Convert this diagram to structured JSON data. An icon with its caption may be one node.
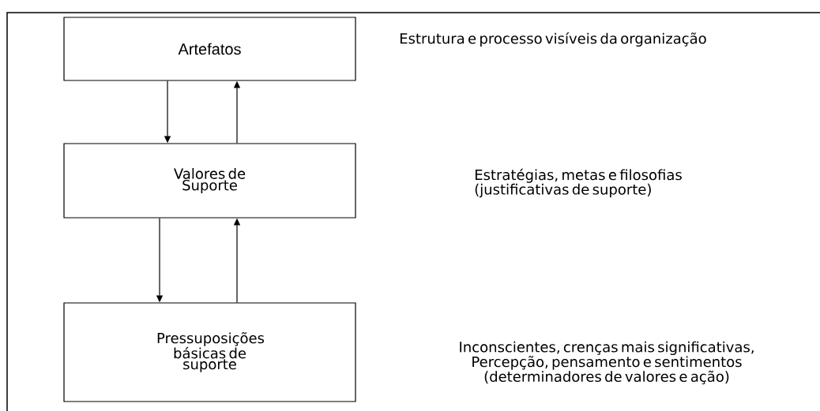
{
  "diagram": {
    "nodes": [
      {
        "text": [
          "Artefatos"
        ]
      },
      {
        "text": [
          "Valores de Suporte"
        ]
      },
      {
        "text": [
          "Pressuposições básicas de suporte"
        ]
      }
    ],
    "edges": [
      {
        "from": 0,
        "to": 1,
        "arrow": "to"
      },
      {
        "from": 1,
        "to": 0,
        "arrow": "to"
      },
      {
        "from": 1,
        "to": 2,
        "arrow": "to"
      },
      {
        "from": 2,
        "to": 1,
        "arrow": "to"
      }
    ],
    "labels": [
      "Estrutura e processo visíveis da organização",
      "Estratégias, metas e filosofias (justificativas de suporte)",
      "Inconscientes, crenças mais significativas, Percepção, pensamento e sentimentos (determinadores de valores e ação)"
    ]
  }
}
